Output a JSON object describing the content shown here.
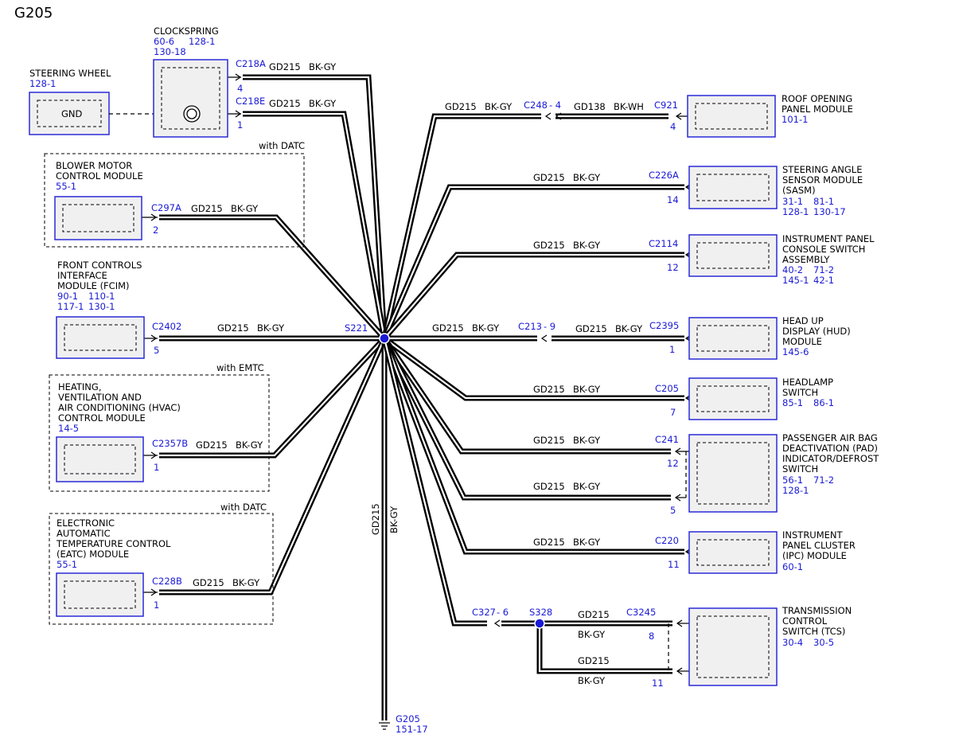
{
  "title": "G205",
  "labels": {
    "gd215": "GD215",
    "bkgy": "BK-GY",
    "gd138": "GD138",
    "bkwh": "BK-WH",
    "gnd": "GND"
  },
  "splices": {
    "s221": "S221",
    "s328": "S328"
  },
  "ground": {
    "name": "G205",
    "ref": "151-17"
  },
  "left": {
    "steering_wheel": {
      "name": "STEERING WHEEL",
      "ref": "128-1"
    },
    "clockspring": {
      "name": "CLOCKSPRING",
      "ref1": "60-6",
      "ref2": "128-1",
      "ref3": "130-18",
      "c_a": "C218A",
      "pin_a": "4",
      "c_e": "C218E",
      "pin_e": "1"
    },
    "bmcm": {
      "line1": "BLOWER MOTOR",
      "line2": "CONTROL MODULE",
      "ref": "55-1",
      "conn": "C297A",
      "pin": "2",
      "option": "with DATC"
    },
    "fcim": {
      "line1": "FRONT CONTROLS",
      "line2": "INTERFACE",
      "line3": "MODULE (FCIM)",
      "ref1": "90-1",
      "ref2": "110-1",
      "ref3": "117-1",
      "ref4": "130-1",
      "conn": "C2402",
      "pin": "5"
    },
    "hvac": {
      "line1": "HEATING,",
      "line2": "VENTILATION AND",
      "line3": "AIR CONDITIONING (HVAC)",
      "line4": "CONTROL MODULE",
      "ref": "14-5",
      "conn": "C2357B",
      "pin": "1",
      "option": "with EMTC"
    },
    "eatc": {
      "line1": "ELECTRONIC",
      "line2": "AUTOMATIC",
      "line3": "TEMPERATURE CONTROL",
      "line4": "(EATC) MODULE",
      "ref": "55-1",
      "conn": "C228B",
      "pin": "1",
      "option": "with DATC"
    }
  },
  "right": {
    "roof": {
      "line1": "ROOF OPENING",
      "line2": "PANEL MODULE",
      "ref": "101-1",
      "conn": "C921",
      "pin": "4",
      "inline": "C248",
      "inline_pin": "- 4"
    },
    "sasm": {
      "line1": "STEERING ANGLE",
      "line2": "SENSOR MODULE",
      "line3": "(SASM)",
      "ref1": "31-1",
      "ref2": "81-1",
      "ref3": "128-1",
      "ref4": "130-17",
      "conn": "C226A",
      "pin": "14"
    },
    "ipcsa": {
      "line1": "INSTRUMENT PANEL",
      "line2": "CONSOLE SWITCH",
      "line3": "ASSEMBLY",
      "ref1": "40-2",
      "ref2": "71-2",
      "ref3": "145-1",
      "ref4": "42-1",
      "conn": "C2114",
      "pin": "12"
    },
    "hud": {
      "line1": "HEAD UP",
      "line2": "DISPLAY (HUD)",
      "line3": "MODULE",
      "ref": "145-6",
      "conn": "C2395",
      "pin": "1",
      "inline": "C213",
      "inline_pin": "- 9"
    },
    "headlamp": {
      "line1": "HEADLAMP",
      "line2": "SWITCH",
      "ref1": "85-1",
      "ref2": "86-1",
      "conn": "C205",
      "pin": "7"
    },
    "pad": {
      "line1": "PASSENGER AIR BAG",
      "line2": "DEACTIVATION (PAD)",
      "line3": "INDICATOR/DEFROST",
      "line4": "SWITCH",
      "ref1": "56-1",
      "ref2": "71-2",
      "ref3": "128-1",
      "conn": "C241",
      "pin1": "12",
      "pin2": "5"
    },
    "ipc": {
      "line1": "INSTRUMENT",
      "line2": "PANEL CLUSTER",
      "line3": "(IPC) MODULE",
      "ref": "60-1",
      "conn": "C220",
      "pin": "11"
    },
    "tcs": {
      "line1": "TRANSMISSION",
      "line2": "CONTROL",
      "line3": "SWITCH (TCS)",
      "ref1": "30-4",
      "ref2": "30-5",
      "conn": "C3245",
      "pin1": "8",
      "pin2": "11",
      "inline": "C327",
      "inline_pin": "- 6"
    }
  }
}
